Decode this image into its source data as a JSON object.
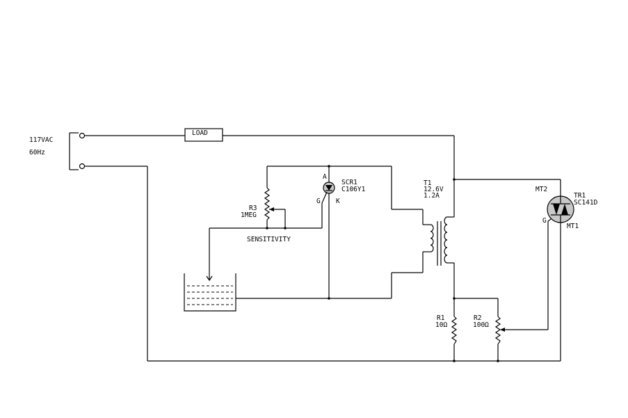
{
  "source": {
    "voltage": "117VAC",
    "frequency": "60Hz"
  },
  "load": {
    "label": "LOAD"
  },
  "scr": {
    "ref": "SCR1",
    "part": "C106Y1",
    "anode": "A",
    "gate": "G",
    "cathode": "K"
  },
  "transformer": {
    "ref": "T1",
    "voltage": "12.6V",
    "current": "1.2A"
  },
  "triac": {
    "ref": "TR1",
    "part": "SC141D",
    "mt2": "MT2",
    "mt1": "MT1",
    "gate": "G"
  },
  "r1": {
    "ref": "R1",
    "value": "10Ω"
  },
  "r2": {
    "ref": "R2",
    "value": "100Ω"
  },
  "r3": {
    "ref": "R3",
    "value": "1MEG",
    "function": "SENSITIVITY"
  },
  "colors": {
    "ink": "#000000",
    "background": "#ffffff",
    "triac_body": "#c8c8c8"
  }
}
